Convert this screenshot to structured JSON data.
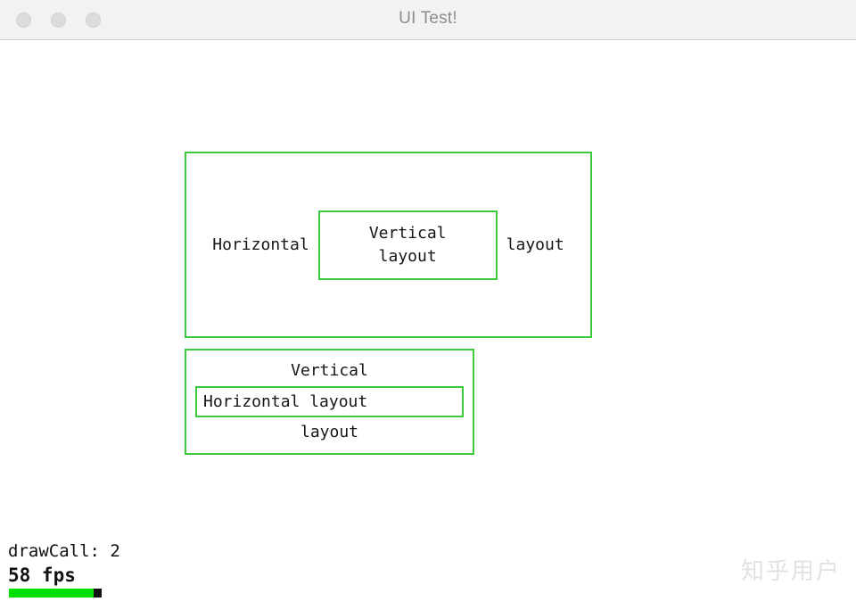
{
  "window": {
    "title": "UI Test!",
    "traffic_lights": [
      {
        "name": "close",
        "color": "#dcdcdc"
      },
      {
        "name": "minimize",
        "color": "#dcdcdc"
      },
      {
        "name": "zoom",
        "color": "#dcdcdc"
      }
    ],
    "titlebar_bg": "#f2f2f2",
    "canvas_bg": "#ffffff"
  },
  "accent": {
    "box_border": "#3ccb3c",
    "bar_green": "#00e000",
    "bar_track": "#111111"
  },
  "groups": [
    {
      "name": "horizontal-layout-demo",
      "direction": "horizontal",
      "labels": {
        "before": "Horizontal",
        "after": "layout"
      },
      "inner": {
        "name": "vertical-layout-demo",
        "direction": "vertical",
        "labels": {
          "before": "Vertical",
          "after": "layout"
        }
      }
    },
    {
      "name": "vertical-layout-demo-2",
      "direction": "vertical",
      "labels": {
        "before": "Vertical",
        "after": "layout"
      },
      "inner": {
        "name": "horizontal-layout-demo-2",
        "direction": "horizontal",
        "label": "Horizontal layout"
      }
    }
  ],
  "stats": {
    "drawcall_label": "drawCall: 2",
    "fps_label": "58 fps",
    "fps_value": 58,
    "drawcall_value": 2,
    "bar_percent": 91
  },
  "watermark": {
    "text": "知乎用户"
  }
}
